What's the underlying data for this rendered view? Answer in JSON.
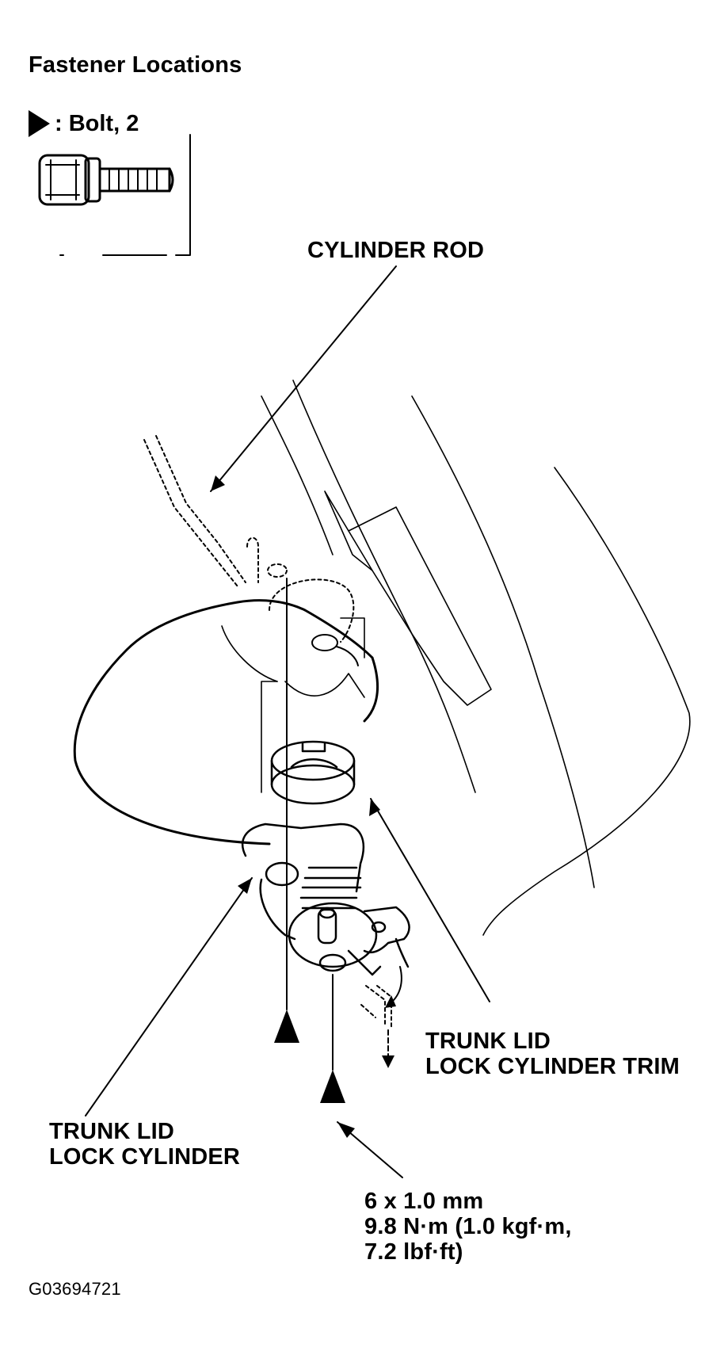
{
  "header": {
    "title": "Fastener Locations",
    "legend_label": ": Bolt, 2",
    "legend_icon": "bolt-marker-triangle"
  },
  "callouts": {
    "cylinder_rod": "CYLINDER ROD",
    "trim_line1": "TRUNK LID",
    "trim_line2": "LOCK CYLINDER TRIM",
    "cylinder_line1": "TRUNK LID",
    "cylinder_line2": "LOCK CYLINDER",
    "spec_line1": "6 x 1.0 mm",
    "spec_line2": "9.8 N·m (1.0 kgf·m,",
    "spec_line3": "7.2 lbf·ft)"
  },
  "footer": {
    "code": "G03694721"
  }
}
